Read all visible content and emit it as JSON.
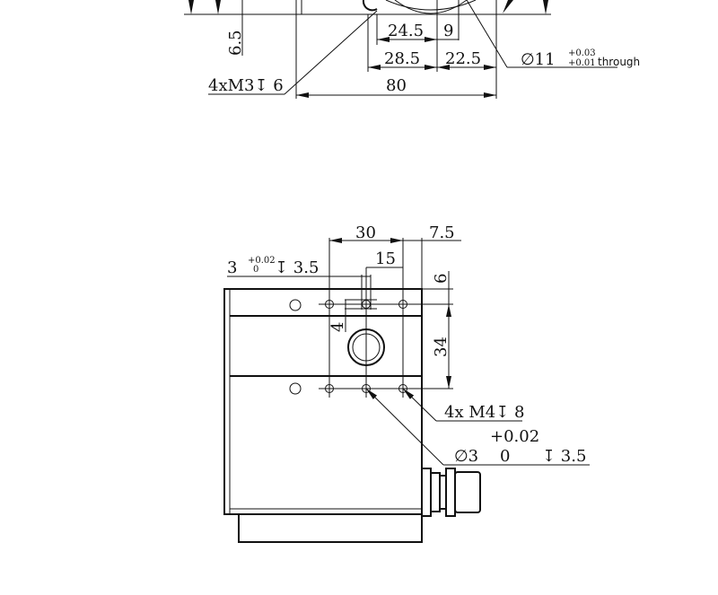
{
  "top_view": {
    "dim_6_5": "6.5",
    "dim_24_5": "24.5",
    "dim_9": "9",
    "dim_28_5": "28.5",
    "dim_22_5": "22.5",
    "dim_80": "80",
    "thread_note": "4xM3↧ 6",
    "bore_dia": "∅11",
    "bore_tol_upper": "+0.03",
    "bore_tol_lower": "+0.01",
    "bore_through": "through"
  },
  "front_view": {
    "dim_30": "30",
    "dim_7_5": "7.5",
    "dim_15": "15",
    "dim_6": "6",
    "dim_4": "4",
    "dim_34": "34",
    "pin_hole_dia": "3",
    "pin_tol_upper": "+0.02",
    "pin_tol_lower": "0",
    "pin_depth": "↧ 3.5",
    "m4_note": "4x M4↧ 8",
    "dowel_tol_upper": "+0.02",
    "dowel_dia": "∅3",
    "dowel_tol_lower": "0",
    "dowel_depth": "↧ 3.5"
  }
}
